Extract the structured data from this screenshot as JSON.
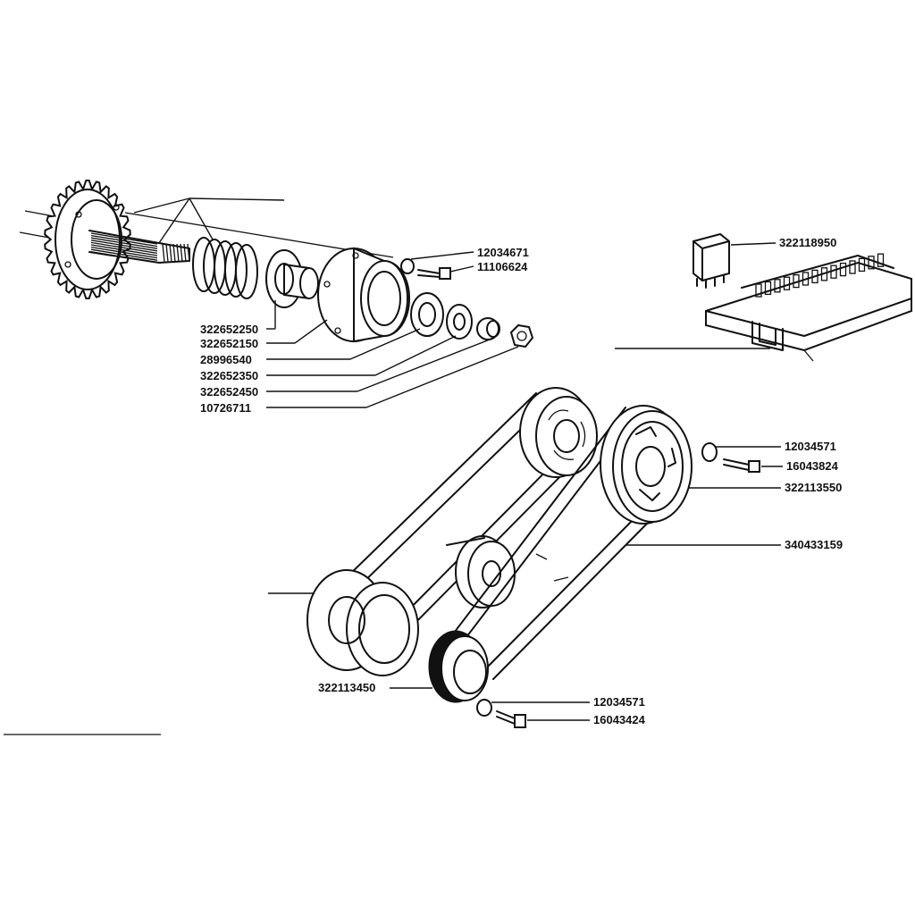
{
  "part_numbers": {
    "top_washer": "12034671",
    "top_bolt": "11106624",
    "spacer": "322652250",
    "hub": "322652150",
    "bearing": "28996540",
    "washer": "322652350",
    "sleeve": "322652450",
    "nut": "10726711",
    "relay": "322118950",
    "upper_pulley_washer": "12034571",
    "upper_pulley_bolt": "16043824",
    "upper_pulley": "322113550",
    "belt": "340433159",
    "lower_pulley": "322113450",
    "lower_pulley_washer": "12034571",
    "lower_pulley_bolt": "16043424"
  }
}
